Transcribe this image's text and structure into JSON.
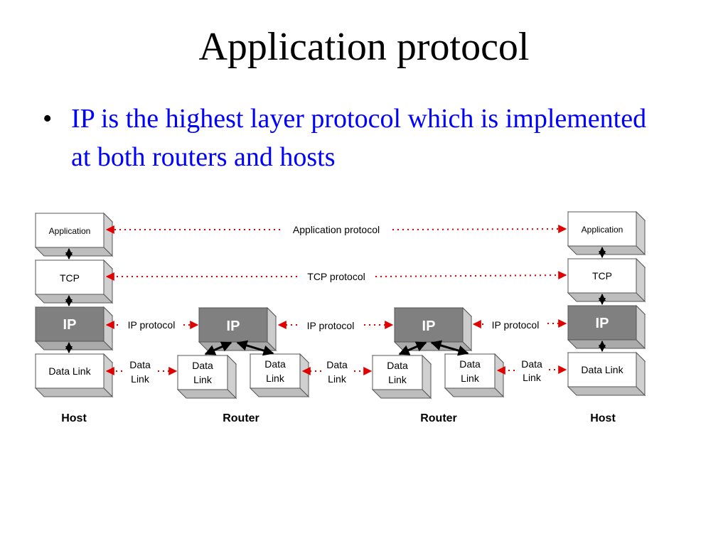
{
  "slide": {
    "title": "Application protocol",
    "bullet_marker": "•",
    "bullet_text": "IP is the highest layer protocol which is implemented at both routers and hosts"
  },
  "colors": {
    "box_fill": "#ffffff",
    "ip_fill": "#808080",
    "side_fill": "#d0d0d0",
    "arrow_red": "#e00000",
    "text_blue": "#0000ff"
  },
  "diagram": {
    "nodes": {
      "host_left": {
        "label": "Host",
        "application": "Application",
        "tcp": "TCP",
        "ip": "IP",
        "datalink": "Data Link"
      },
      "router_1": {
        "label": "Router",
        "ip": "IP",
        "dl_left": [
          "Data",
          "Link"
        ],
        "dl_right": [
          "Data",
          "Link"
        ]
      },
      "router_2": {
        "label": "Router",
        "ip": "IP",
        "dl_left": [
          "Data",
          "Link"
        ],
        "dl_right": [
          "Data",
          "Link"
        ]
      },
      "host_right": {
        "label": "Host",
        "application": "Application",
        "tcp": "TCP",
        "ip": "IP",
        "datalink": "Data Link"
      }
    },
    "protocol_labels": {
      "application": "Application protocol",
      "tcp": "TCP protocol",
      "ip_1": "IP protocol",
      "ip_2": "IP protocol",
      "ip_3": "IP protocol",
      "dl_1": [
        "Data",
        "Link"
      ],
      "dl_2": [
        "Data",
        "Link"
      ],
      "dl_3": [
        "Data",
        "Link"
      ]
    }
  }
}
